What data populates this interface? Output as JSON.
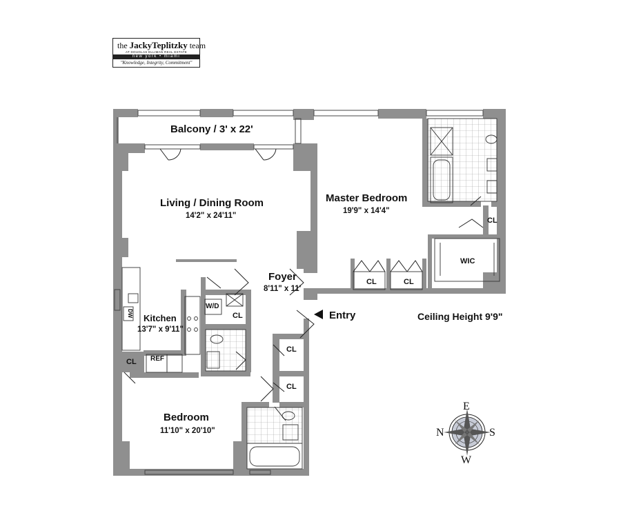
{
  "logo": {
    "line1_a": "the ",
    "line1_b": "JackyTeplitzky",
    "line1_c": " team",
    "line2": "AT DOUGLAS ELLIMAN REAL ESTATE",
    "city_bar": "new york • miami",
    "tagline": "\"Knowledge, Integrity, Commitment\""
  },
  "rooms": {
    "balcony": "Balcony / 3' x 22'",
    "living_name": "Living / Dining Room",
    "living_dim": "14'2\" x 24'11\"",
    "master_name": "Master Bedroom",
    "master_dim": "19'9\" x 14'4\"",
    "foyer_name": "Foyer",
    "foyer_dim": "8'11\" x 11'",
    "kitchen_name": "Kitchen",
    "kitchen_dim": "13'7\" x 9'11\"",
    "bedroom_name": "Bedroom",
    "bedroom_dim": "11'10\" x 20'10\""
  },
  "labels": {
    "entry": "Entry",
    "ceiling": "Ceiling Height 9'9\"",
    "wic": "WIC",
    "cl": "CL",
    "wd": "W/D",
    "ref": "REF",
    "dw": "DW"
  },
  "compass": {
    "n": "N",
    "e": "E",
    "s": "S",
    "w": "W"
  },
  "colors": {
    "wall": "#8f8f8f",
    "wall_dark": "#7a7a7a",
    "compass_fill": "#c7cbd6"
  }
}
